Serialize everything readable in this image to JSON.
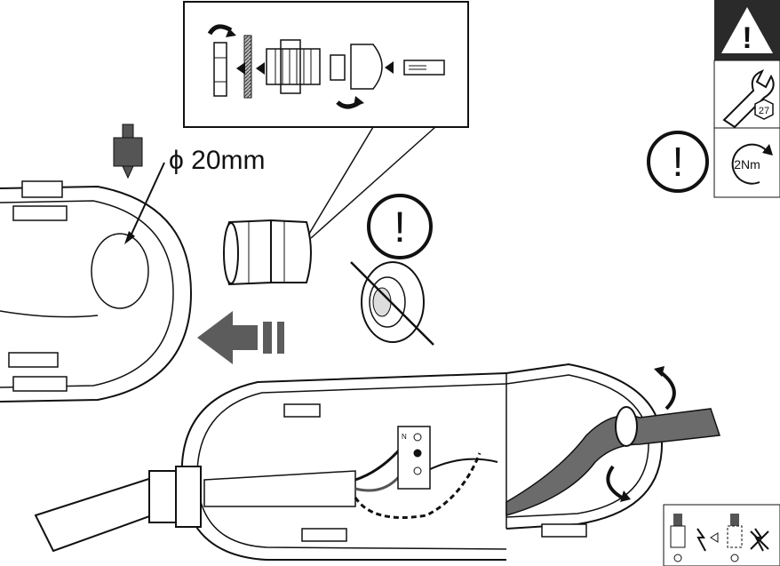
{
  "diameter_label": "ϕ 20mm",
  "torque_label": "2Nm",
  "wrench_size": "27",
  "terminal_label": "N",
  "warning_mark": "!",
  "colors": {
    "outline": "#111111",
    "cable_grey": "#6b6b6b",
    "arrow_grey": "#5c5c5c",
    "panel_dark": "#2a2a2a",
    "background": "#ffffff"
  },
  "icons": [
    "warning-triangle-icon",
    "wrench-icon",
    "torque-icon",
    "caution-circle-icon",
    "cable-gland-icon",
    "seal-ring-icon",
    "push-arrow-icon",
    "drill-icon",
    "no-power-icon"
  ]
}
